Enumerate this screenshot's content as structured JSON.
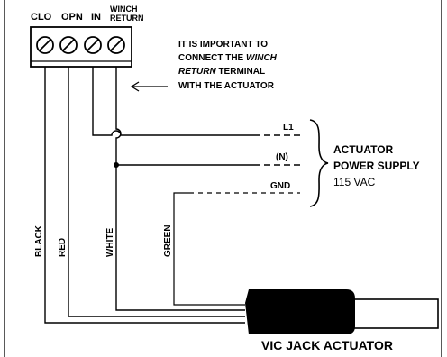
{
  "terminals": {
    "clo": "CLO",
    "opn": "OPN",
    "in": "IN",
    "winch_line1": "WINCH",
    "winch_line2": "RETURN"
  },
  "note": {
    "line1": "IT IS IMPORTANT TO",
    "line2_prefix": "CONNECT THE ",
    "line2_italic": "WINCH",
    "line3_italic": "RETURN",
    "line3_suffix": " TERMINAL",
    "line4": "WITH THE ACTUATOR"
  },
  "supply_lines": {
    "l1": "L1",
    "n": "(N)",
    "gnd": "GND"
  },
  "power_supply": {
    "line1": "ACTUATOR",
    "line2": "POWER SUPPLY",
    "line3": "115 VAC"
  },
  "wires": {
    "black": "BLACK",
    "red": "RED",
    "white": "WHITE",
    "green": "GREEN"
  },
  "actuator_label": "VIC JACK ACTUATOR"
}
